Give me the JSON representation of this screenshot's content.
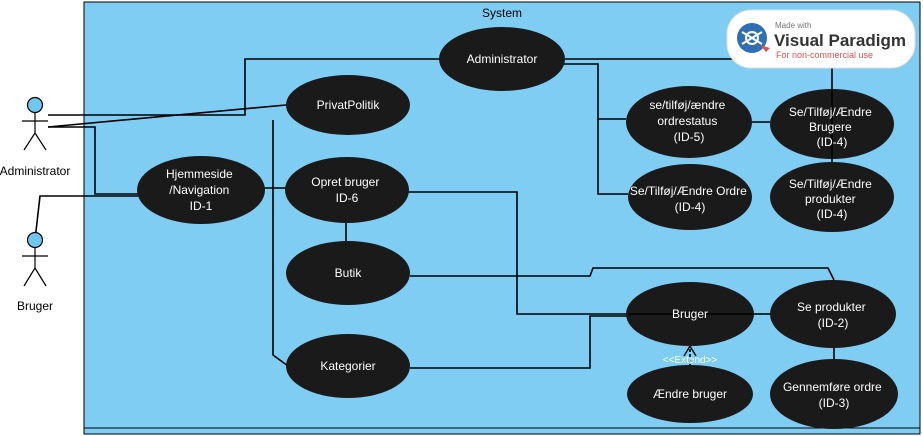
{
  "system": {
    "label": "System"
  },
  "actors": {
    "administrator": "Administrator",
    "bruger": "Bruger"
  },
  "use_cases": {
    "administrator": [
      "Administrator"
    ],
    "privatpolitik": [
      "PrivatPolitik"
    ],
    "hjemmeside": [
      "Hjemmeside",
      "/Navigation",
      "ID-1"
    ],
    "opret_bruger": [
      "Opret bruger",
      "ID-6"
    ],
    "butik": [
      "Butik"
    ],
    "kategorier": [
      "Kategorier"
    ],
    "ordrestatus": [
      "se/tilføj/ændre",
      "ordrestatus",
      "(ID-5)"
    ],
    "ordre": [
      "Se/Tilføj/Ændre Ordre",
      "(ID-4)"
    ],
    "brugere": [
      "Se/Tilføj/Ændre",
      "Brugere",
      "(ID-4)"
    ],
    "produkter": [
      "Se/Tilføj/Ændre",
      "produkter",
      "(ID-4)"
    ],
    "bruger": [
      "Bruger"
    ],
    "aendre_bruger": [
      "Ændre bruger"
    ],
    "se_produkter": [
      "Se produkter",
      "(ID-2)"
    ],
    "gennemfoere": [
      "Gennemføre ordre",
      "(ID-3)"
    ]
  },
  "extend_label": "<<Extend>>",
  "watermark": {
    "made_with": "Made with",
    "brand": "Visual Paradigm",
    "sub": "For non-commercial use"
  },
  "colors": {
    "system_fill": "#7fcdf2",
    "usecase_fill": "#1a1a1a",
    "actor_head": "#6fc6ee",
    "line": "#000000"
  }
}
